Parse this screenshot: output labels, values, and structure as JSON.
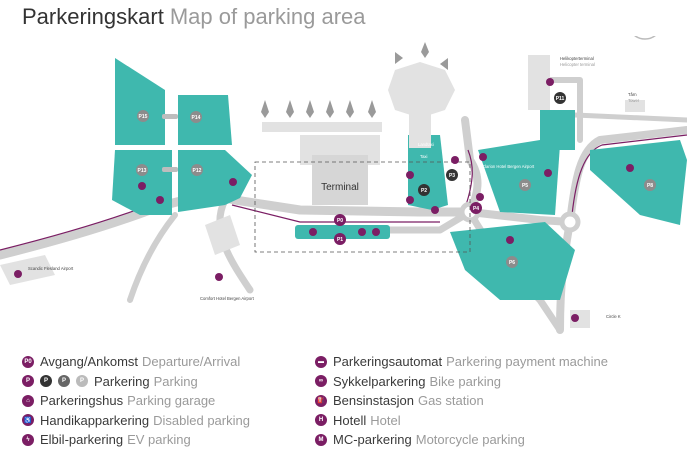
{
  "title": {
    "no": "Parkeringskart",
    "en": "Map of parking area"
  },
  "map": {
    "terminal": "Terminal",
    "areas": [
      "P15",
      "P14",
      "P13",
      "P12",
      "P0",
      "P1",
      "P2",
      "P3",
      "P4",
      "P5",
      "P6",
      "P8",
      "P11"
    ],
    "places": {
      "scandic": "Scandic Flesland Airport",
      "comfort": "Comfort Hotel Bergen Airport",
      "clarion": "Clarion Hotel Bergen Airport",
      "circlek": "Circle K",
      "taxi_no": "Taxi",
      "taxi_en": "Taxi",
      "landtaxi": "Landtaxi",
      "heli_no": "Helikopterterminal",
      "heli_en": "Helicopter terminal",
      "tower_no": "Tårn",
      "tower_en": "Tower"
    },
    "colors": {
      "parking": "#3fb8ae",
      "road": "#cfcfcf",
      "building": "#e2e2e2",
      "accent": "#7b1e64"
    }
  },
  "legend": {
    "left": [
      {
        "icon": "departure-arrival-icon",
        "glyph": "P0",
        "no": "Avgang/Ankomst",
        "en": "Departure/Arrival"
      },
      {
        "icon": "parking-icon",
        "glyph": "P",
        "no": "Parkering",
        "en": "Parking"
      },
      {
        "icon": "parking-garage-icon",
        "glyph": "⌂",
        "no": "Parkeringshus",
        "en": "Parking garage"
      },
      {
        "icon": "disabled-parking-icon",
        "glyph": "♿",
        "no": "Handikapparkering",
        "en": "Disabled parking"
      },
      {
        "icon": "ev-parking-icon",
        "glyph": "ϟ",
        "no": "Elbil-parkering",
        "en": "EV parking"
      }
    ],
    "right": [
      {
        "icon": "payment-machine-icon",
        "glyph": "▬",
        "no": "Parkeringsautomat",
        "en": "Parkering payment machine"
      },
      {
        "icon": "bike-parking-icon",
        "glyph": "∞",
        "no": "Sykkelparkering",
        "en": "Bike parking"
      },
      {
        "icon": "gas-station-icon",
        "glyph": "⛽",
        "no": "Bensinstasjon",
        "en": "Gas station"
      },
      {
        "icon": "hotel-icon",
        "glyph": "H",
        "no": "Hotell",
        "en": "Hotel"
      },
      {
        "icon": "motorcycle-parking-icon",
        "glyph": "M",
        "no": "MC-parkering",
        "en": "Motorcycle parking"
      }
    ]
  }
}
